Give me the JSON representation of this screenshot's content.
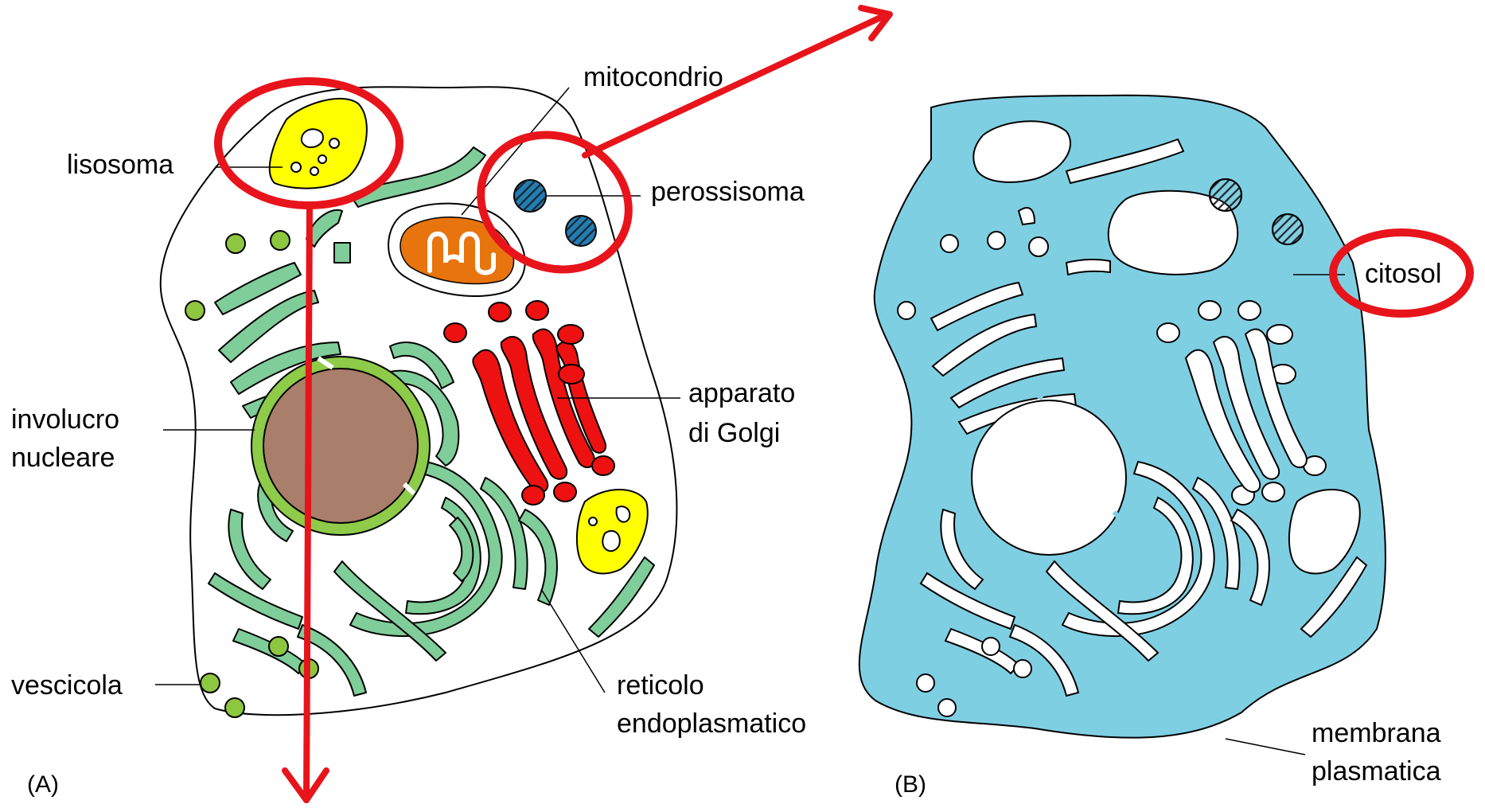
{
  "colors": {
    "cytosol": "#7fcfe3",
    "highlight": "#e8141b",
    "er": "#7fcd99",
    "golgi": "#ee1111",
    "nucleus": "#a97e6b",
    "envelope": "#8dcb48",
    "lysosome": "#ffff00",
    "mitochondrion": "#e8740d",
    "peroxisome": "#1f7fb6",
    "vesicle": "#8dc63f"
  },
  "panel_a": {
    "tag": "(A)",
    "labels": {
      "lisosoma": "lisosoma",
      "mitocondrio": "mitocondrio",
      "perossisoma": "perossisoma",
      "golgi_1": "apparato",
      "golgi_2": "di Golgi",
      "involucro_1": "involucro",
      "involucro_2": "nucleare",
      "vescicola": "vescicola",
      "reticolo_1": "reticolo",
      "reticolo_2": "endoplasmatico"
    }
  },
  "panel_b": {
    "tag": "(B)",
    "labels": {
      "citosol": "citosol",
      "membrana_1": "membrana",
      "membrana_2": "plasmatica"
    }
  }
}
